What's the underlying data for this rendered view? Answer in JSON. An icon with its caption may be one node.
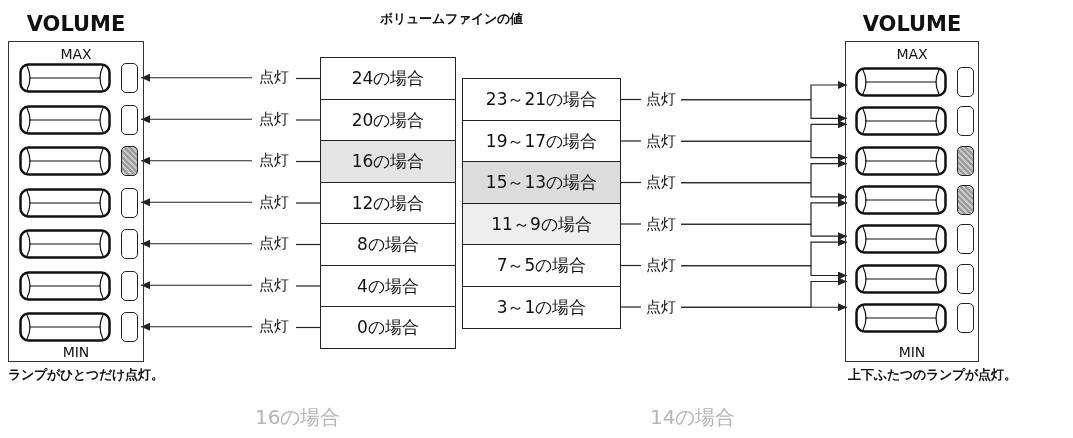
{
  "diagram": {
    "title": "ボリュームファインの値",
    "nodes": [
      {
        "text": [
          "VOLUME",
          "MAX",
          "MIN"
        ],
        "beside": [
          "ランプがひとつだけ点灯。"
        ]
      },
      {
        "text": [],
        "shape": "box",
        "in": 0
      },
      {
        "text": [],
        "shape": "box",
        "in": 0
      },
      {
        "text": [],
        "shape": "box",
        "in": 0
      },
      {
        "text": [],
        "shape": "box",
        "in": 0
      },
      {
        "text": [],
        "shape": "box",
        "in": 0
      },
      {
        "text": [],
        "shape": "box",
        "in": 0
      },
      {
        "text": [],
        "shape": "box",
        "in": 0
      },
      {
        "text": [
          "点灯"
        ]
      },
      {
        "text": [
          "点灯"
        ]
      },
      {
        "text": [
          "点灯"
        ]
      },
      {
        "text": [
          "点灯"
        ]
      },
      {
        "text": [
          "点灯"
        ]
      },
      {
        "text": [
          "点灯"
        ]
      },
      {
        "text": [
          "点灯"
        ]
      },
      {
        "text": [
          "24の場合"
        ]
      },
      {
        "text": [
          "20の場合"
        ]
      },
      {
        "text": [
          "16の場合"
        ]
      },
      {
        "text": [
          "12の場合"
        ]
      },
      {
        "text": [
          "8の場合"
        ]
      },
      {
        "text": [
          "4の場合"
        ]
      },
      {
        "text": [
          "0の場合"
        ]
      },
      {
        "text": [
          "23～21の場合"
        ]
      },
      {
        "text": [
          "19～17の場合"
        ]
      },
      {
        "text": [
          "15～13の場合"
        ]
      },
      {
        "text": [
          "11～9の場合"
        ]
      },
      {
        "text": [
          "7～5の場合"
        ]
      },
      {
        "text": [
          "3～1の場合"
        ]
      },
      {
        "text": [
          "点灯"
        ]
      },
      {
        "text": [
          "点灯"
        ]
      },
      {
        "text": [
          "点灯"
        ]
      },
      {
        "text": [
          "点灯"
        ]
      },
      {
        "text": [
          "点灯"
        ]
      },
      {
        "text": [
          "点灯"
        ]
      },
      {
        "text": [
          "VOLUME",
          "MAX",
          "MIN"
        ],
        "beside": [
          "上下ふたつのランプが点灯。"
        ]
      },
      {
        "text": [],
        "shape": "box",
        "in": 34
      },
      {
        "text": [],
        "shape": "box",
        "in": 34
      },
      {
        "text": [],
        "shape": "box",
        "in": 34
      },
      {
        "text": [],
        "shape": "box",
        "in": 34
      },
      {
        "text": [],
        "shape": "box",
        "in": 34
      },
      {
        "text": [],
        "shape": "box",
        "in": 34
      },
      {
        "text": [],
        "shape": "box",
        "in": 34
      }
    ],
    "edges": [
      {
        "from": 15,
        "to": 8,
        "arrow": "none"
      },
      {
        "from": 8,
        "to": 1,
        "arrow": "to"
      },
      {
        "from": 16,
        "to": 9,
        "arrow": "none"
      },
      {
        "from": 9,
        "to": 2,
        "arrow": "to"
      },
      {
        "from": 17,
        "to": 10,
        "arrow": "none"
      },
      {
        "from": 10,
        "to": 3,
        "arrow": "to"
      },
      {
        "from": 18,
        "to": 11,
        "arrow": "none"
      },
      {
        "from": 11,
        "to": 4,
        "arrow": "to"
      },
      {
        "from": 19,
        "to": 12,
        "arrow": "none"
      },
      {
        "from": 12,
        "to": 5,
        "arrow": "to"
      },
      {
        "from": 20,
        "to": 13,
        "arrow": "none"
      },
      {
        "from": 13,
        "to": 6,
        "arrow": "to"
      },
      {
        "from": 21,
        "to": 14,
        "arrow": "none"
      },
      {
        "from": 14,
        "to": 7,
        "arrow": "to"
      },
      {
        "from": 22,
        "to": 28,
        "arrow": "none"
      },
      {
        "from": 28,
        "to": 35,
        "arrow": "to"
      },
      {
        "from": 28,
        "to": 36,
        "arrow": "to"
      },
      {
        "from": 23,
        "to": 29,
        "arrow": "none"
      },
      {
        "from": 29,
        "to": 36,
        "arrow": "to"
      },
      {
        "from": 29,
        "to": 37,
        "arrow": "to"
      },
      {
        "from": 24,
        "to": 30,
        "arrow": "none"
      },
      {
        "from": 30,
        "to": 37,
        "arrow": "to"
      },
      {
        "from": 30,
        "to": 38,
        "arrow": "to"
      },
      {
        "from": 25,
        "to": 31,
        "arrow": "none"
      },
      {
        "from": 31,
        "to": 38,
        "arrow": "to"
      },
      {
        "from": 31,
        "to": 39,
        "arrow": "to"
      },
      {
        "from": 26,
        "to": 32,
        "arrow": "none"
      },
      {
        "from": 32,
        "to": 39,
        "arrow": "to"
      },
      {
        "from": 32,
        "to": 40,
        "arrow": "to"
      },
      {
        "from": 27,
        "to": 33,
        "arrow": "none"
      },
      {
        "from": 33,
        "to": 40,
        "arrow": "to"
      },
      {
        "from": 33,
        "to": 41,
        "arrow": "to"
      }
    ],
    "labels": [
      "16の場合",
      "14の場合"
    ]
  }
}
